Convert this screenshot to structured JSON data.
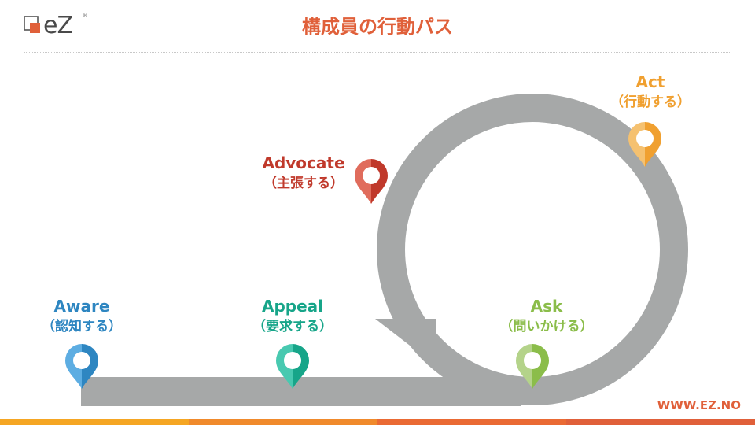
{
  "header": {
    "logo_text": "eZ",
    "logo_mark": "®",
    "title": "構成員の行動パス"
  },
  "diagram": {
    "steps": [
      {
        "id": "aware",
        "label": "Aware",
        "sub": "（認知する）",
        "color": "#2e86c1",
        "light": "#5dade2"
      },
      {
        "id": "appeal",
        "label": "Appeal",
        "sub": "（要求する）",
        "color": "#17a589",
        "light": "#48c9b0"
      },
      {
        "id": "ask",
        "label": "Ask",
        "sub": "（問いかける）",
        "color": "#8bbd4a",
        "light": "#b4d38a"
      },
      {
        "id": "act",
        "label": "Act",
        "sub": "（行動する）",
        "color": "#f0a030",
        "light": "#f5c170"
      },
      {
        "id": "advocate",
        "label": "Advocate",
        "sub": "（主張する）",
        "color": "#c0392b",
        "light": "#e06c5c"
      }
    ],
    "path_color": "#a6a8a8"
  },
  "footer": {
    "url": "WWW.EZ.NO",
    "stripe_colors": [
      "#f5a623",
      "#f08a2c",
      "#ea6a34",
      "#e0603a"
    ]
  }
}
